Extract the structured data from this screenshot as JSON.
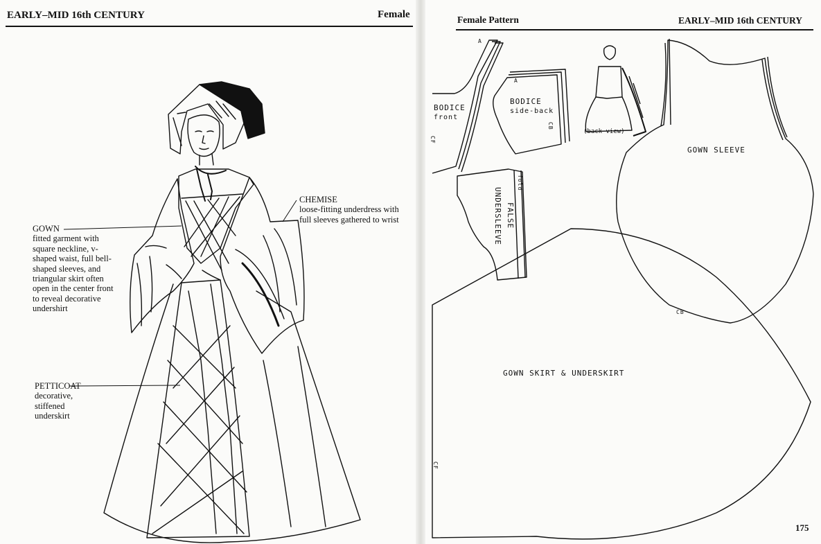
{
  "left_page": {
    "header_title": "EARLY–MID 16th CENTURY",
    "header_section": "Female",
    "labels": {
      "gown": {
        "title": "GOWN",
        "description": "fitted garment with square neckline, v-shaped waist, full bell-shaped sleeves, and triangular skirt often open in the center front to reveal decorative undershirt"
      },
      "chemise": {
        "title": "CHEMISE",
        "description": "loose-fitting underdress with full sleeves gathered to wrist"
      },
      "petticoat": {
        "title": "PETTICOAT",
        "description": "decorative, stiffened underskirt"
      }
    }
  },
  "right_page": {
    "header_title": "Female Pattern",
    "header_section": "EARLY–MID 16th CENTURY",
    "pieces": {
      "bodice_front_1": "BODICE",
      "bodice_front_2": "front",
      "bodice_sideback_1": "BODICE",
      "bodice_sideback_2": "side-back",
      "false_undersleeve_1": "FALSE",
      "false_undersleeve_2": "UNDERSLEEVE",
      "gown_sleeve": "GOWN SLEEVE",
      "gown_skirt": "GOWN SKIRT & UNDERSKIRT",
      "back_view": "(back view)"
    },
    "marks": {
      "cf": "CF",
      "cb": "CB",
      "fold": "fold",
      "a": "A"
    },
    "page_number": "175"
  }
}
